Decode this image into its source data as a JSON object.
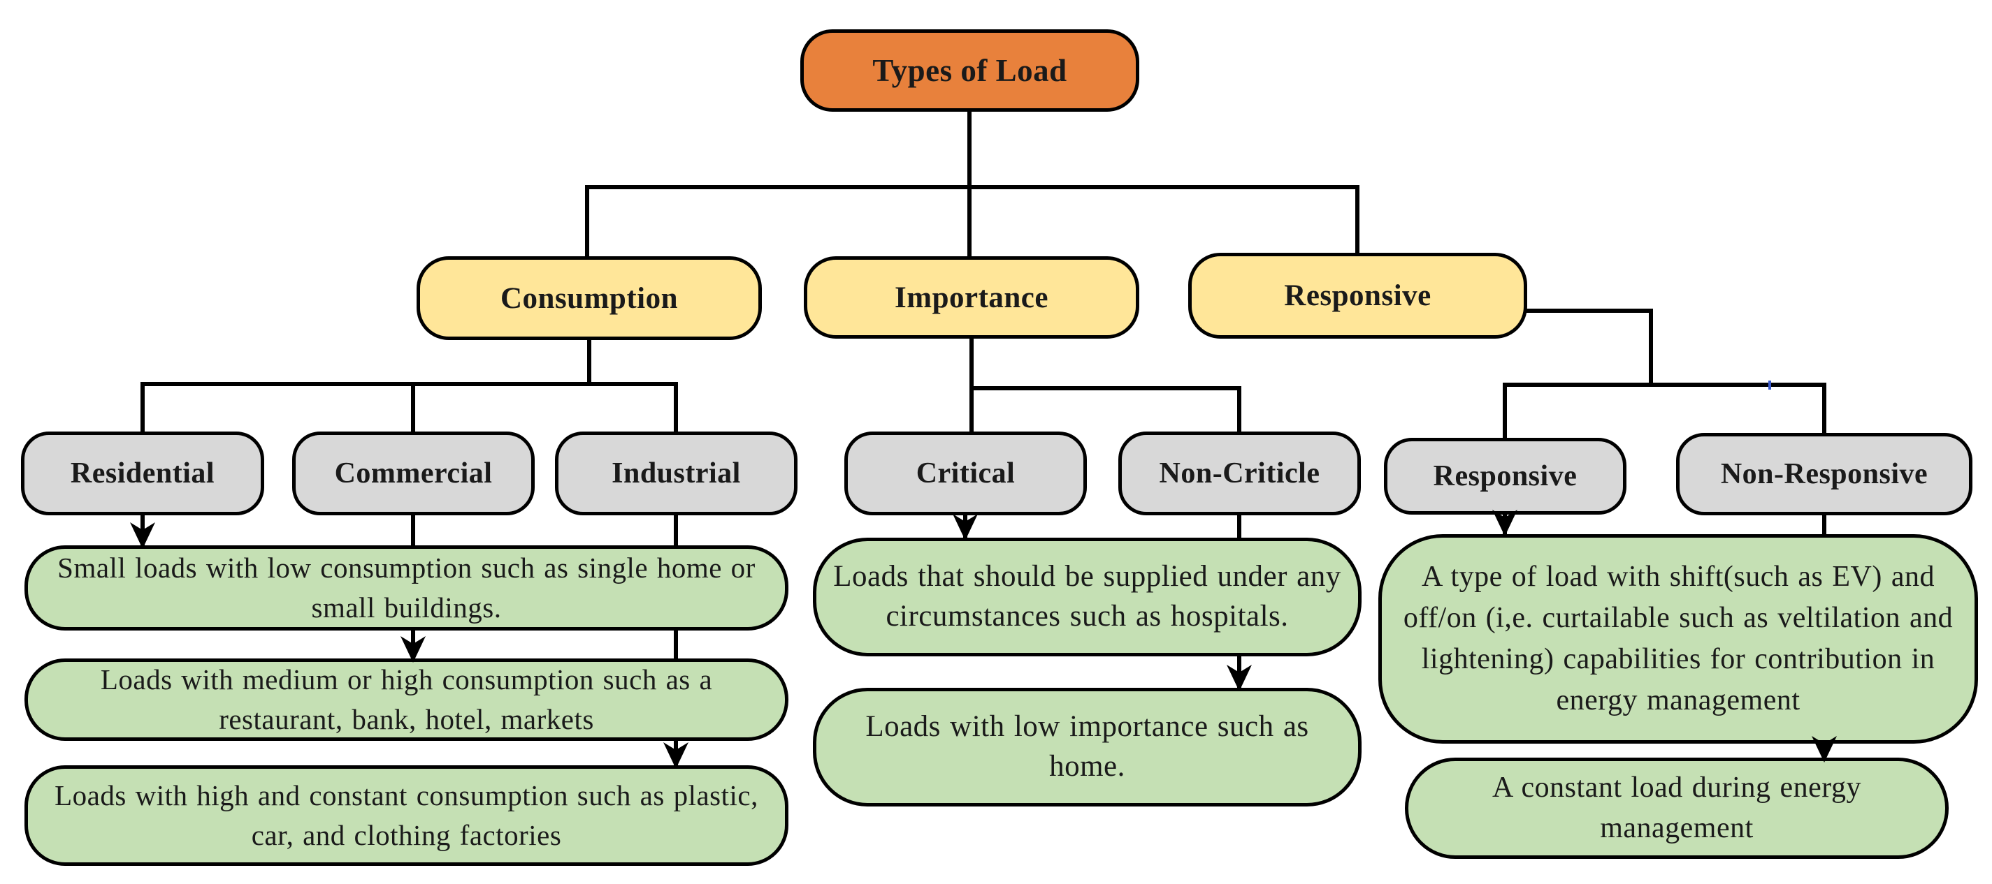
{
  "figure": {
    "title": "Types of Load",
    "colors": {
      "root_fill": "#E8813C",
      "category_fill": "#FFE699",
      "subtype_fill": "#D8D8D8",
      "description_fill": "#C5E0B4",
      "border": "#000000",
      "connector": "#000000",
      "stray_mark": "#3B5BCD"
    },
    "tree": {
      "root": {
        "label": "Types of Load"
      },
      "branches": [
        {
          "label": "Consumption",
          "children": [
            {
              "label": "Residential",
              "description": "Small loads with low consumption such as single home or small buildings."
            },
            {
              "label": "Commercial",
              "description": "Loads with medium or high consumption such as a restaurant, bank, hotel, markets"
            },
            {
              "label": "Industrial",
              "description": "Loads with high and constant consumption such as plastic, car, and clothing factories"
            }
          ]
        },
        {
          "label": "Importance",
          "children": [
            {
              "label": "Critical",
              "description": "Loads that should be supplied under any circumstances such as hospitals."
            },
            {
              "label": "Non-Criticle",
              "description": "Loads with low importance such as home."
            }
          ]
        },
        {
          "label": "Responsive",
          "children": [
            {
              "label": "Responsive",
              "description": "A type of load with shift(such as EV) and off/on (i,e. curtailable such as veltilation and lightening) capabilities for contribution in energy management"
            },
            {
              "label": "Non-Responsive",
              "description": "A constant load during energy management"
            }
          ]
        }
      ]
    }
  }
}
